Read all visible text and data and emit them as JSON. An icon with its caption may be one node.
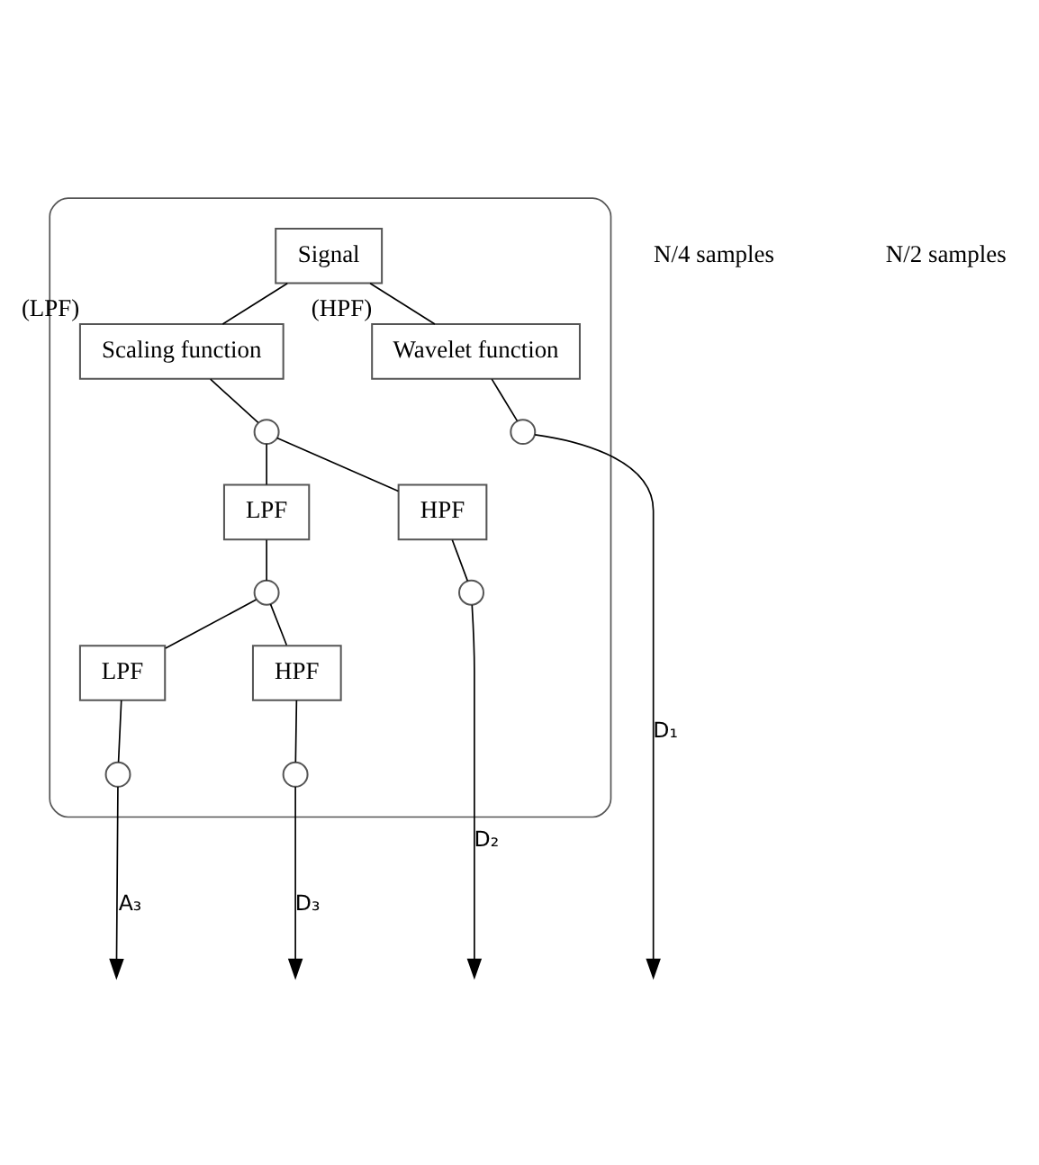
{
  "diagram": {
    "nodes": [
      {
        "text": [],
        "shape": "box"
      },
      {
        "text": [
          "Signal"
        ],
        "in": 0
      },
      {
        "text": [
          "Scaling function"
        ],
        "beside": [
          "(LPF)"
        ],
        "in": 0
      },
      {
        "text": [
          "Wavelet function"
        ],
        "beside": [
          "(HPF)"
        ],
        "in": 0
      },
      {
        "text": [],
        "shape": "circle",
        "in": 0
      },
      {
        "text": [],
        "shape": "circle",
        "in": 0
      },
      {
        "text": [
          "LPF"
        ],
        "in": 0
      },
      {
        "text": [
          "HPF"
        ],
        "in": 0
      },
      {
        "text": [],
        "shape": "circle",
        "in": 0
      },
      {
        "text": [],
        "shape": "circle",
        "in": 0
      },
      {
        "text": [
          "LPF"
        ],
        "in": 0
      },
      {
        "text": [
          "HPF"
        ],
        "in": 0
      },
      {
        "text": [],
        "shape": "circle",
        "in": 0
      },
      {
        "text": [],
        "shape": "circle",
        "in": 0
      }
    ],
    "edges": [
      {
        "from": 1,
        "to": 2,
        "arrow": "none"
      },
      {
        "from": 1,
        "to": 3,
        "arrow": "none"
      },
      {
        "from": 2,
        "to": 4,
        "arrow": "none"
      },
      {
        "from": 3,
        "to": 5,
        "arrow": "none"
      },
      {
        "from": 4,
        "to": 6,
        "arrow": "none"
      },
      {
        "from": 4,
        "to": 7,
        "arrow": "none"
      },
      {
        "from": 6,
        "to": 8,
        "arrow": "none"
      },
      {
        "from": 7,
        "to": 9,
        "arrow": "none"
      },
      {
        "from": 8,
        "to": 10,
        "arrow": "none"
      },
      {
        "from": 8,
        "to": 11,
        "arrow": "none"
      },
      {
        "from": 10,
        "to": 12,
        "arrow": "none"
      },
      {
        "from": 11,
        "to": 13,
        "arrow": "none"
      },
      {
        "from": 12,
        "to": null,
        "arrow": "to",
        "label": "A₃"
      },
      {
        "from": 13,
        "to": null,
        "arrow": "to",
        "label": "D₃"
      },
      {
        "from": 9,
        "to": null,
        "arrow": "to",
        "label": "D₂"
      },
      {
        "from": 5,
        "to": null,
        "arrow": "to",
        "label": "D₁"
      }
    ],
    "labels": [
      "N/4 samples",
      "N/2 samples"
    ]
  }
}
